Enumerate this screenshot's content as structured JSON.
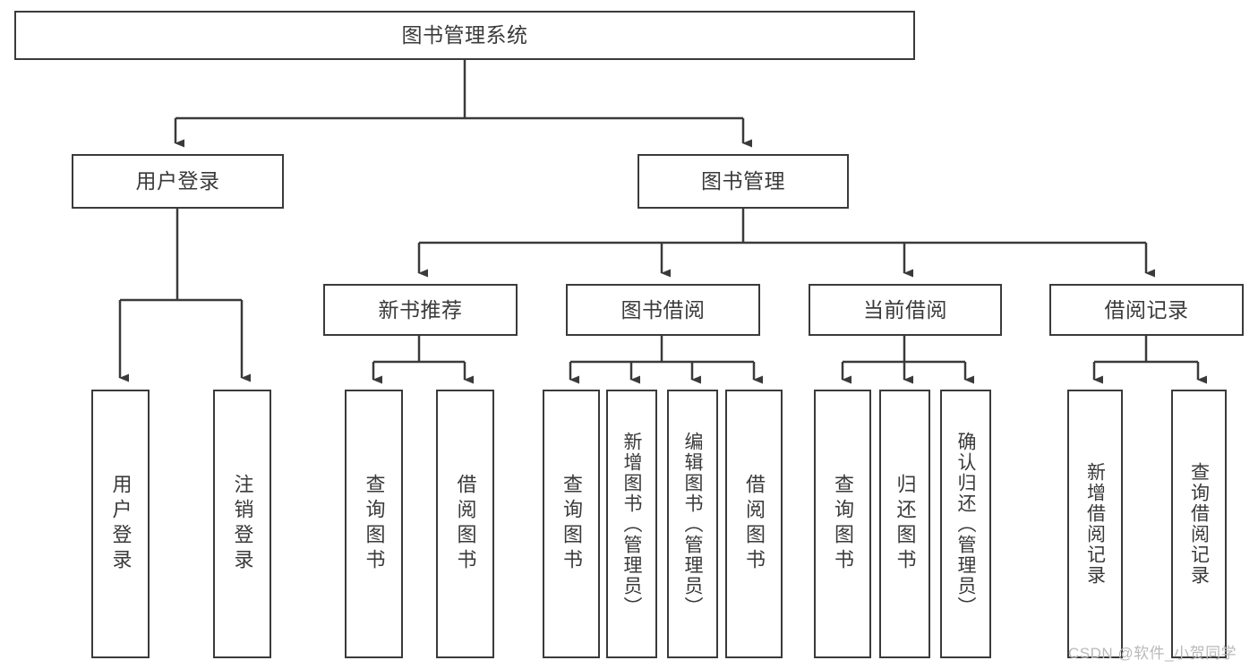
{
  "diagram": {
    "type": "tree",
    "title": "图书管理系统",
    "root": {
      "label": "图书管理系统",
      "level": 0
    },
    "level1": [
      {
        "label": "用户登录"
      },
      {
        "label": "图书管理"
      }
    ],
    "level2": [
      {
        "label": "新书推荐"
      },
      {
        "label": "图书借阅"
      },
      {
        "label": "当前借阅"
      },
      {
        "label": "借阅记录"
      }
    ],
    "leaves": {
      "user_login": [
        {
          "label": "用户登录"
        },
        {
          "label": "注销登录"
        }
      ],
      "new_book_recommend": [
        {
          "label": "查询图书"
        },
        {
          "label": "借阅图书"
        }
      ],
      "book_borrow": [
        {
          "label": "查询图书"
        },
        {
          "label": "新增图书（管理员）"
        },
        {
          "label": "编辑图书（管理员）"
        },
        {
          "label": "借阅图书"
        }
      ],
      "current_borrow": [
        {
          "label": "查询图书"
        },
        {
          "label": "归还图书"
        },
        {
          "label": "确认归还（管理员）"
        }
      ],
      "borrow_record": [
        {
          "label": "新增借阅记录"
        },
        {
          "label": "查询借阅记录"
        }
      ]
    }
  },
  "watermark": {
    "text": "CSDN @软件_小贺同学"
  },
  "colors": {
    "stroke": "#3a3a3a",
    "background": "#ffffff",
    "text": "#3a3a3a",
    "watermark": "#b9b9b9"
  }
}
